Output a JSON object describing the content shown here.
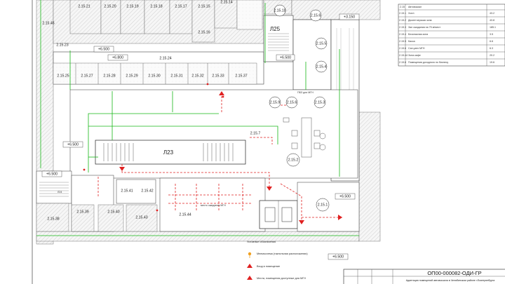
{
  "drawing": {
    "code": "ОП00-000082-ОДИ-ГР",
    "subtitle": "Адаптация помещений автовокзала в Челябинском районе г.Екатеринбурга"
  },
  "rooms": {
    "r21521": "2.15.21",
    "r21520": "2.15.20",
    "r21519": "2.15.19",
    "r21518": "2.15.18",
    "r21517": "2.15.17",
    "r21515": "2.15.15",
    "r21514": "2.15.14",
    "r21516": "2.15.16",
    "r21510": "2.15.10",
    "r2156a": "2.15.6",
    "r2155": "2.15.5",
    "r2154": "2.15.4",
    "r21545": "2.15.45",
    "r21523": "2.15.23",
    "r21524": "2.15.24",
    "r21525": "2.15.25",
    "r21527": "2.15.27",
    "r21528": "2.15.28",
    "r21529": "2.15.29",
    "r21530": "2.15.30",
    "r21531": "2.15.31",
    "r21532": "2.15.32",
    "r21533": "2.15.33",
    "r21537": "2.15.37",
    "r2159": "2.15.9",
    "r2156b": "2.15.6",
    "r2153": "2.15.3",
    "r2157": "2.15.7",
    "r2152": "2.15.2",
    "r2151": "2.15.1",
    "r21541": "2.15.41",
    "r21542": "2.15.42",
    "r21539": "2.15.39",
    "r21540": "2.15.40",
    "r21543": "2.15.43",
    "r21544": "2.15.44",
    "r21538": "2.15.38"
  },
  "labels": {
    "stair25": "Л25",
    "stair23": "Л23",
    "stair24": "Л24",
    "mgn_zone": "ПБЗ для МГН",
    "route_label": "место ожидания МГН"
  },
  "levels": {
    "l1": "+6.500",
    "l2": "+6.800",
    "l3": "+6.500",
    "l4": "+3.150",
    "l5": "+6.500",
    "l6": "+6.500",
    "l7": "+6.500",
    "l8": "+6.500"
  },
  "legend": {
    "title": "Условные обозначения",
    "items": [
      "Мнемосхема (тактильная расположения)",
      "Вход в помещение",
      "Места, помещения доступные для МГН"
    ]
  },
  "table": {
    "headers": [
      "2.15",
      "Автовокзал"
    ],
    "rows": [
      [
        "2.15.1",
        "Холл",
        "43.2"
      ],
      [
        "2.15.2",
        "Диспетчерская зона",
        "43.8"
      ],
      [
        "2.15.3",
        "Зал ожидания на 75 м/мест",
        "185.1"
      ],
      [
        "2.15.4",
        "Безопасная зона",
        "3.5"
      ],
      [
        "2.15.5",
        "Касса",
        "6.6"
      ],
      [
        "2.15.6",
        "Сан.узел МГН",
        "6.3"
      ],
      [
        "2.15.44",
        "Зона кафе",
        "20.2"
      ],
      [
        "2.15.6",
        "Помещения доходного по бизнесу",
        "19.6"
      ]
    ]
  }
}
